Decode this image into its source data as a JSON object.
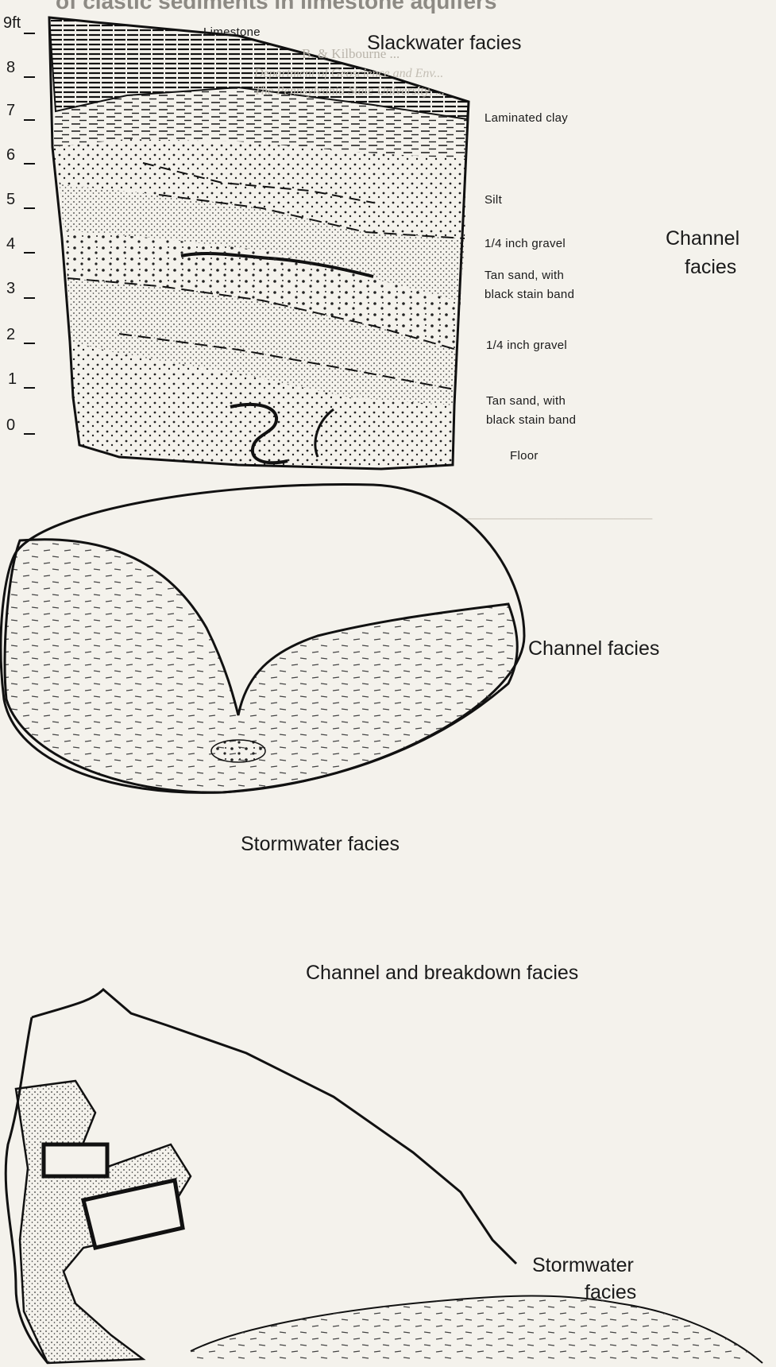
{
  "page_heading": "of clastic sediments in limestone aquifers",
  "authors_line": "B. & Kilbourne ...",
  "affiliation_1": "Department of Geoscience and Env...",
  "affiliation_2": "The Pennsylvania State University, ...",
  "figure_top": {
    "ticks": [
      "9ft",
      "8",
      "7",
      "6",
      "5",
      "4",
      "3",
      "2",
      "1",
      "0"
    ],
    "facies_slackwater": "Slackwater facies",
    "facies_channel_line1": "Channel",
    "facies_channel_line2": "facies",
    "layer_labels": {
      "limestone": "Limestone",
      "laminated_clay": "Laminated clay",
      "silt": "Silt",
      "gravel_upper": "1/4 inch gravel",
      "tan_sand_upper_1": "Tan sand, with",
      "tan_sand_upper_2": "black stain band",
      "gravel_lower": "1/4 inch gravel",
      "tan_sand_lower_1": "Tan sand, with",
      "tan_sand_lower_2": "black stain band",
      "floor": "Floor"
    }
  },
  "figure_middle": {
    "label_channel": "Channel facies",
    "label_stormwater": "Stormwater facies"
  },
  "figure_bottom": {
    "label_channel_breakdown": "Channel and breakdown facies",
    "label_stormwater_line1": "Stormwater",
    "label_stormwater_line2": "facies"
  }
}
